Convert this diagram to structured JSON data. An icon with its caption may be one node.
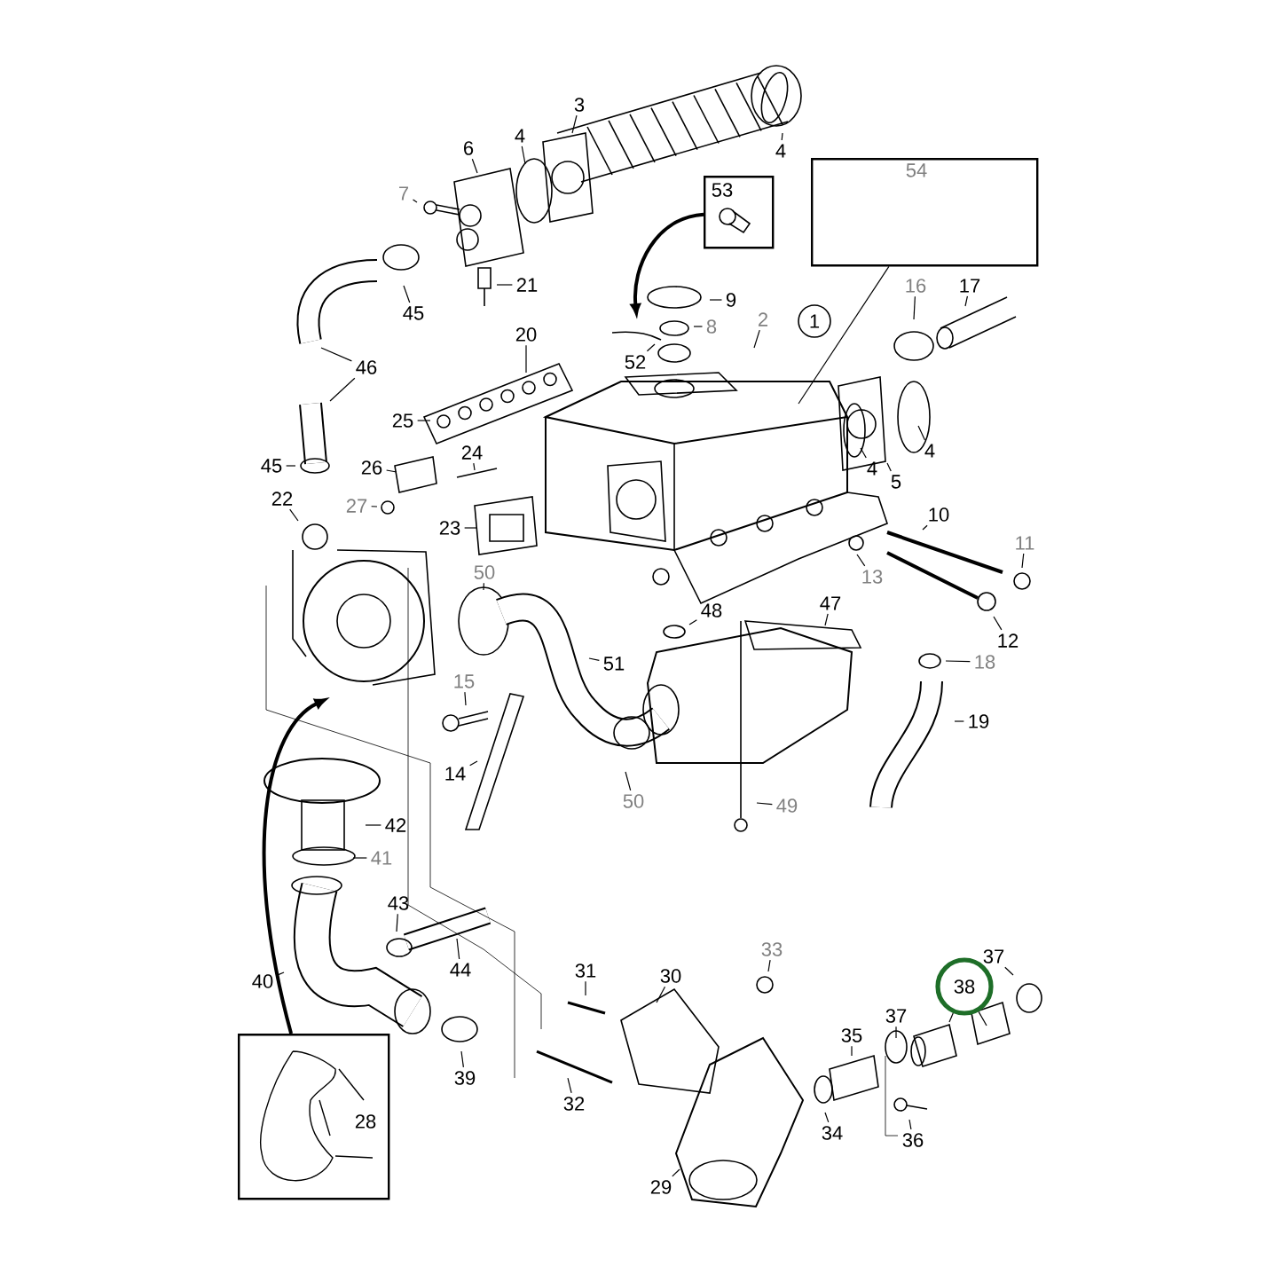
{
  "diagram": {
    "nodes": [
      {
        "text": [
          "3"
        ]
      },
      {
        "text": [
          "4"
        ]
      },
      {
        "text": [
          "4"
        ]
      },
      {
        "text": [
          "6"
        ]
      },
      {
        "text": [
          "53"
        ]
      },
      {
        "text": [
          "54"
        ]
      },
      {
        "text": [
          "7"
        ]
      },
      {
        "text": [
          "21"
        ]
      },
      {
        "text": [
          "45"
        ]
      },
      {
        "text": [
          "9"
        ]
      },
      {
        "text": [
          "16"
        ]
      },
      {
        "text": [
          "17"
        ]
      },
      {
        "text": [
          "2"
        ]
      },
      {
        "text": [
          "1"
        ]
      },
      {
        "text": [
          "8"
        ]
      },
      {
        "text": [
          "20"
        ]
      },
      {
        "text": [
          "52"
        ]
      },
      {
        "text": [
          "46"
        ]
      },
      {
        "text": [
          "25"
        ]
      },
      {
        "text": [
          "24"
        ]
      },
      {
        "text": [
          "4"
        ]
      },
      {
        "text": [
          "4"
        ]
      },
      {
        "text": [
          "45"
        ]
      },
      {
        "text": [
          "26"
        ]
      },
      {
        "text": [
          "5"
        ]
      },
      {
        "text": [
          "22"
        ]
      },
      {
        "text": [
          "27"
        ]
      },
      {
        "text": [
          "10"
        ]
      },
      {
        "text": [
          "23"
        ]
      },
      {
        "text": [
          "11"
        ]
      },
      {
        "text": [
          "50"
        ]
      },
      {
        "text": [
          "13"
        ]
      },
      {
        "text": [
          "47"
        ]
      },
      {
        "text": [
          "48"
        ]
      },
      {
        "text": [
          "12"
        ]
      },
      {
        "text": [
          "18"
        ]
      },
      {
        "text": [
          "51"
        ]
      },
      {
        "text": [
          "15"
        ]
      },
      {
        "text": [
          "19"
        ]
      },
      {
        "text": [
          "14"
        ]
      },
      {
        "text": [
          "50"
        ]
      },
      {
        "text": [
          "49"
        ]
      },
      {
        "text": [
          "42"
        ]
      },
      {
        "text": [
          "41"
        ]
      },
      {
        "text": [
          "43"
        ]
      },
      {
        "text": [
          "37"
        ]
      },
      {
        "text": [
          "33"
        ]
      },
      {
        "text": [
          "44"
        ]
      },
      {
        "text": [
          "31"
        ]
      },
      {
        "text": [
          "30"
        ]
      },
      {
        "text": [
          "40"
        ]
      },
      {
        "text": [
          "38"
        ]
      },
      {
        "text": [
          "37"
        ]
      },
      {
        "text": [
          "35"
        ]
      },
      {
        "text": [
          "28"
        ]
      },
      {
        "text": [
          "39"
        ]
      },
      {
        "text": [
          "32"
        ]
      },
      {
        "text": [
          "34"
        ]
      },
      {
        "text": [
          "36"
        ]
      },
      {
        "text": [
          "29"
        ]
      }
    ],
    "edges": [
      {
        "from": 0,
        "to": null,
        "arrow": "none"
      },
      {
        "from": 1,
        "to": null,
        "arrow": "none"
      },
      {
        "from": 2,
        "to": null,
        "arrow": "none"
      },
      {
        "from": 3,
        "to": null,
        "arrow": "none"
      },
      {
        "from": 4,
        "to": null,
        "arrow": "to",
        "style": "thick"
      },
      {
        "from": 5,
        "to": null,
        "arrow": "none"
      },
      {
        "from": 6,
        "to": null,
        "arrow": "none"
      },
      {
        "from": 7,
        "to": null,
        "arrow": "none"
      },
      {
        "from": 8,
        "to": null,
        "arrow": "none"
      },
      {
        "from": 9,
        "to": null,
        "arrow": "none"
      },
      {
        "from": 10,
        "to": null,
        "arrow": "none"
      },
      {
        "from": 11,
        "to": null,
        "arrow": "none"
      },
      {
        "from": 12,
        "to": null,
        "arrow": "none"
      },
      {
        "from": 14,
        "to": null,
        "arrow": "none"
      },
      {
        "from": 15,
        "to": null,
        "arrow": "none"
      },
      {
        "from": 16,
        "to": null,
        "arrow": "none"
      },
      {
        "from": 17,
        "to": null,
        "arrow": "none"
      },
      {
        "from": 17,
        "to": null,
        "arrow": "none"
      },
      {
        "from": 18,
        "to": null,
        "arrow": "none"
      },
      {
        "from": 19,
        "to": null,
        "arrow": "none"
      },
      {
        "from": 20,
        "to": null,
        "arrow": "none"
      },
      {
        "from": 21,
        "to": null,
        "arrow": "none"
      },
      {
        "from": 22,
        "to": null,
        "arrow": "none"
      },
      {
        "from": 23,
        "to": null,
        "arrow": "none"
      },
      {
        "from": 24,
        "to": null,
        "arrow": "none"
      },
      {
        "from": 25,
        "to": null,
        "arrow": "none"
      },
      {
        "from": 26,
        "to": null,
        "arrow": "none"
      },
      {
        "from": 27,
        "to": null,
        "arrow": "none"
      },
      {
        "from": 28,
        "to": null,
        "arrow": "none"
      },
      {
        "from": 29,
        "to": null,
        "arrow": "none"
      },
      {
        "from": 30,
        "to": null,
        "arrow": "none"
      },
      {
        "from": 31,
        "to": null,
        "arrow": "none"
      },
      {
        "from": 32,
        "to": null,
        "arrow": "none"
      },
      {
        "from": 33,
        "to": null,
        "arrow": "none"
      },
      {
        "from": 34,
        "to": null,
        "arrow": "none"
      },
      {
        "from": 35,
        "to": null,
        "arrow": "none"
      },
      {
        "from": 36,
        "to": null,
        "arrow": "none"
      },
      {
        "from": 37,
        "to": null,
        "arrow": "none"
      },
      {
        "from": 38,
        "to": null,
        "arrow": "none"
      },
      {
        "from": 39,
        "to": null,
        "arrow": "none"
      },
      {
        "from": 40,
        "to": null,
        "arrow": "none"
      },
      {
        "from": 41,
        "to": null,
        "arrow": "none"
      },
      {
        "from": 42,
        "to": null,
        "arrow": "none"
      },
      {
        "from": 43,
        "to": null,
        "arrow": "none"
      },
      {
        "from": 44,
        "to": null,
        "arrow": "none"
      },
      {
        "from": 45,
        "to": null,
        "arrow": "none"
      },
      {
        "from": 46,
        "to": null,
        "arrow": "none"
      },
      {
        "from": 47,
        "to": null,
        "arrow": "none"
      },
      {
        "from": 48,
        "to": null,
        "arrow": "none"
      },
      {
        "from": 49,
        "to": null,
        "arrow": "none"
      },
      {
        "from": 50,
        "to": null,
        "arrow": "none"
      },
      {
        "from": 51,
        "to": null,
        "arrow": "none"
      },
      {
        "from": 52,
        "to": null,
        "arrow": "none"
      },
      {
        "from": 53,
        "to": null,
        "arrow": "none"
      },
      {
        "from": 54,
        "to": null,
        "arrow": "to",
        "style": "thick"
      },
      {
        "from": 55,
        "to": null,
        "arrow": "none"
      },
      {
        "from": 56,
        "to": null,
        "arrow": "none"
      },
      {
        "from": 57,
        "to": null,
        "arrow": "none"
      },
      {
        "from": 58,
        "to": null,
        "arrow": "none"
      },
      {
        "from": 59,
        "to": null,
        "arrow": "none"
      },
      {
        "from": 51,
        "to": null,
        "arrow": "none"
      }
    ]
  }
}
